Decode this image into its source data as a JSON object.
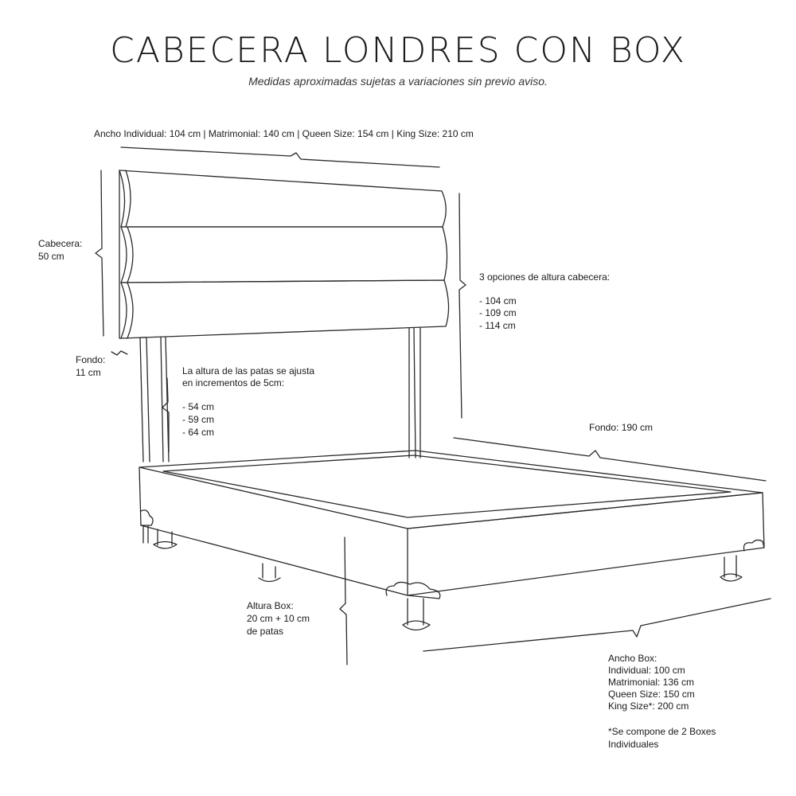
{
  "header": {
    "title": "CABECERA LONDRES CON BOX",
    "subtitle": "Medidas aproximadas sujetas a variaciones sin previo aviso."
  },
  "labels": {
    "ancho_header": "Ancho Individual: 104 cm | Matrimonial: 140 cm | Queen Size: 154 cm | King Size: 210 cm",
    "cabecera_title": "Cabecera:",
    "cabecera_value": "50 cm",
    "fondo_header_title": "Fondo:",
    "fondo_header_value": "11 cm",
    "opciones_title": "3 opciones de altura cabecera:",
    "opciones": [
      "- 104 cm",
      "- 109 cm",
      "- 114 cm"
    ],
    "patas_line1": "La altura de las patas se ajusta",
    "patas_line2": "en incrementos de 5cm:",
    "patas": [
      "- 54 cm",
      "- 59 cm",
      "- 64 cm"
    ],
    "fondo_box": "Fondo: 190 cm",
    "altura_box": [
      "Altura Box:",
      "20 cm + 10 cm",
      "de patas"
    ],
    "ancho_box": [
      "Ancho Box:",
      "Individual: 100 cm",
      "Matrimonial: 136 cm",
      "Queen Size: 150 cm",
      "King Size*: 200 cm"
    ],
    "nota": [
      "*Se compone de 2 Boxes",
      "Individuales"
    ]
  }
}
